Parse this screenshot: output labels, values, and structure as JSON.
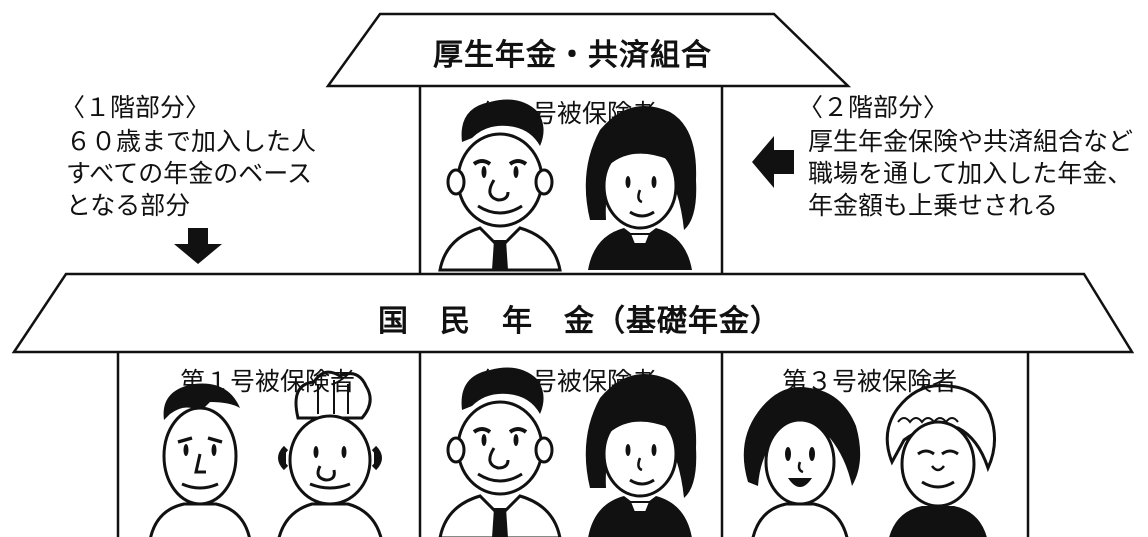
{
  "top_roof": {
    "title": "厚生年金・共済組合"
  },
  "top_room": {
    "label": "第２号被保険者"
  },
  "left_note": {
    "heading": "〈１階部分〉",
    "lines": [
      "６０歳まで加入した人",
      "すべての年金のベース",
      "となる部分"
    ]
  },
  "right_note": {
    "heading": "〈２階部分〉",
    "lines": [
      "厚生年金保険や共済組合など",
      "職場を通して加入した年金、",
      "年金額も上乗せされる"
    ]
  },
  "bottom_roof": {
    "title": "国　民　年　金（基礎年金）"
  },
  "bottom_rooms": [
    {
      "label": "第１号被保険者"
    },
    {
      "label": "第２号被保険者"
    },
    {
      "label": "第３号被保険者"
    }
  ]
}
